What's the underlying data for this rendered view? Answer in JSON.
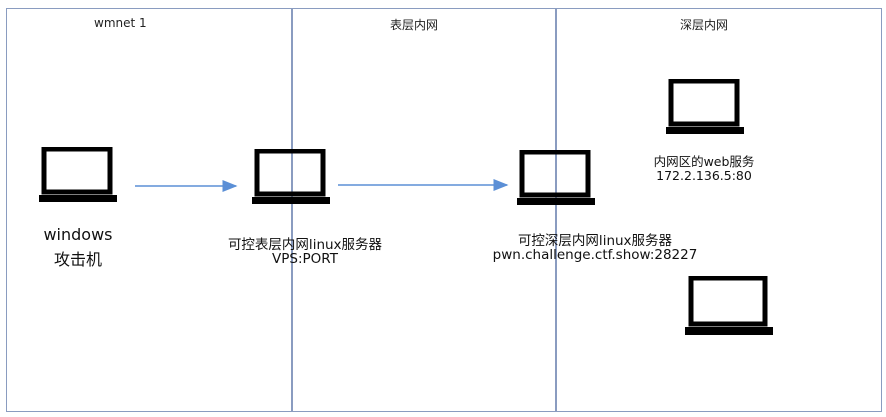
{
  "zones": [
    {
      "title": "wmnet 1"
    },
    {
      "title": "表层内网"
    },
    {
      "title": "深层内网"
    }
  ],
  "nodes": {
    "attacker": {
      "line1": "windows",
      "line2": "攻击机",
      "icon": "laptop-icon"
    },
    "surface_server": {
      "line1": "可控表层内网linux服务器",
      "line2": "VPS:PORT",
      "icon": "laptop-icon"
    },
    "deep_server": {
      "line1": "可控深层内网linux服务器",
      "line2": "pwn.challenge.ctf.show:28227",
      "icon": "laptop-icon"
    },
    "web_service": {
      "line1": "内网区的web服务",
      "line2": "172.2.136.5:80",
      "icon": "laptop-icon"
    },
    "unlabeled_host": {
      "icon": "laptop-icon"
    }
  },
  "colors": {
    "border": "#8a9cc0",
    "arrow": "#5b8fd6",
    "laptop": "#000000"
  }
}
